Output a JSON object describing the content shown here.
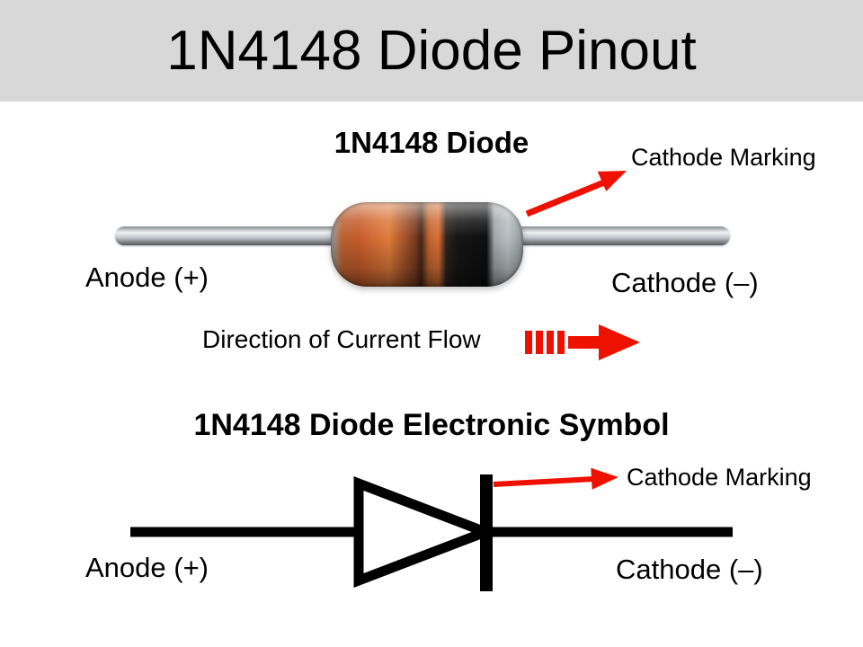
{
  "page": {
    "title": "1N4148 Diode Pinout"
  },
  "photo_section": {
    "heading": "1N4148 Diode",
    "cathode_marking_label": "Cathode Marking",
    "anode_label": "Anode (+)",
    "cathode_label": "Cathode (–)",
    "current_flow_label": "Direction of Current Flow"
  },
  "symbol_section": {
    "heading": "1N4148 Diode Electronic Symbol",
    "cathode_marking_label": "Cathode Marking",
    "anode_label": "Anode (+)",
    "cathode_label": "Cathode (–)"
  },
  "colors": {
    "accent_red": "#ee1100",
    "title_bar_bg": "#d8d8d8",
    "body_copper": "#c55a2b",
    "body_band_black": "#151515",
    "lead_silver": "#c3c9cc",
    "glass": "#b9bfc2"
  }
}
